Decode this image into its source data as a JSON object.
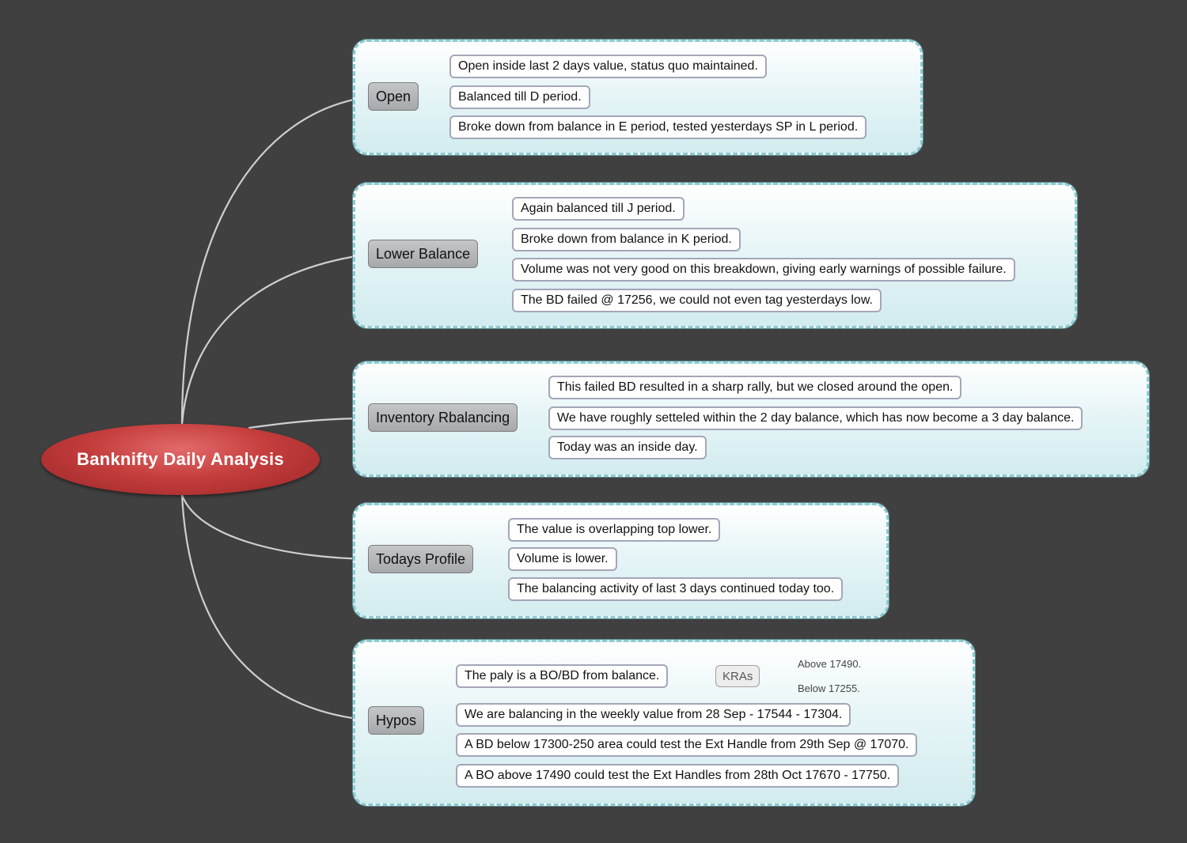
{
  "central": "Banknifty Daily Analysis",
  "branches": [
    {
      "topic": "Open",
      "notes": [
        "Open inside last 2 days value, status quo maintained.",
        "Balanced till D period.",
        "Broke down from balance in E period, tested yesterdays SP in L period."
      ]
    },
    {
      "topic": "Lower Balance",
      "notes": [
        "Again balanced till J period.",
        "Broke down from balance in K period.",
        "Volume was not very good on this breakdown, giving early warnings of possible failure.",
        "The BD failed @ 17256, we could not even tag yesterdays low."
      ]
    },
    {
      "topic": "Inventory Rbalancing",
      "notes": [
        "This failed BD resulted in a sharp rally, but we closed around the open.",
        "We have roughly setteled within the 2 day balance, which has now become a 3 day balance.",
        "Today was an inside day."
      ]
    },
    {
      "topic": "Todays Profile",
      "notes": [
        "The value is overlapping top lower.",
        "Volume is lower.",
        "The balancing activity of last 3 days continued today too."
      ]
    },
    {
      "topic": "Hypos",
      "notes": [
        "The paly is a BO/BD from balance.",
        "We are balancing in the weekly value from 28 Sep - 17544 - 17304.",
        "A BD below 17300-250 area could test the Ext Handle from 29th Sep @ 17070.",
        "A BO above 17490 could test the Ext Handles from 28th Oct 17670 - 17750."
      ],
      "kras": {
        "label": "KRAs",
        "items": [
          "Above 17490.",
          "Below 17255."
        ]
      }
    }
  ],
  "colors": {
    "background": "#404040",
    "central": "#c53d3d",
    "group_border": "#8ccbd2",
    "connector": "#d0d0d0"
  }
}
